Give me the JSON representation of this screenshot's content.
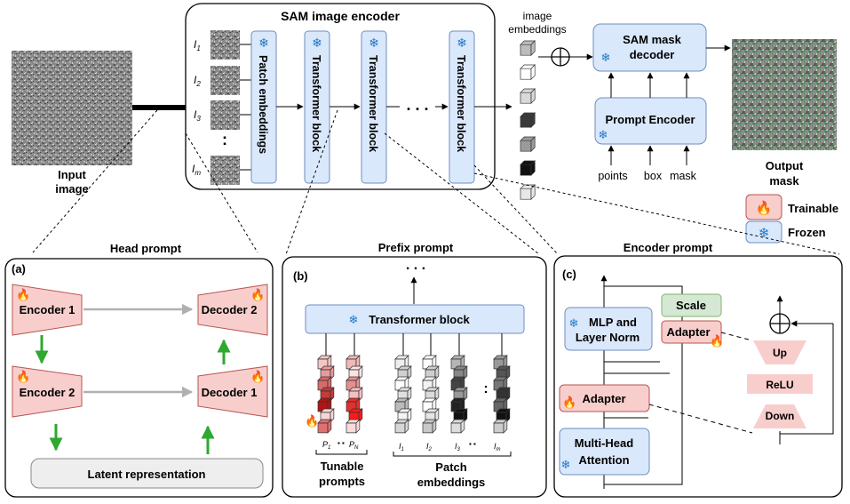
{
  "top": {
    "encoder_title": "SAM image encoder",
    "embeddings_label": [
      "image",
      "embeddings"
    ],
    "input_label": [
      "Input",
      "image"
    ],
    "output_label": [
      "Output",
      "mask"
    ],
    "patch_labels": [
      "I",
      "I",
      "I",
      "I"
    ],
    "patch_subs": [
      "1",
      "2",
      "3",
      "m"
    ],
    "vdots": ":",
    "hdots": ". . .",
    "patch_block": "Patch embeddings",
    "transformer_block": "Transformer block",
    "mask_decoder": [
      "SAM mask",
      "decoder"
    ],
    "prompt_encoder": "Prompt Encoder",
    "prompt_inputs": [
      "points",
      "box",
      "mask"
    ]
  },
  "legend": {
    "trainable": "Trainable",
    "frozen": "Frozen"
  },
  "panel_a": {
    "title": "Head prompt",
    "tag": "(a)",
    "encoder1": "Encoder 1",
    "encoder2": "Encoder 2",
    "decoder1": "Decoder 1",
    "decoder2": "Decoder 2",
    "latent": "Latent representation"
  },
  "panel_b": {
    "title": "Prefix prompt",
    "tag": "(b)",
    "dots": ". . .",
    "block": "Transformer block",
    "p_labels": [
      "P",
      "P"
    ],
    "p_subs": [
      "1",
      "N"
    ],
    "p_dots": "▪ ▪",
    "i_labels": [
      "I",
      "I",
      "I",
      "I"
    ],
    "i_subs": [
      "1",
      "2",
      "3",
      "m"
    ],
    "i_dots": "▪ ▪",
    "col_dots": ":",
    "tunable": [
      "Tunable",
      "prompts"
    ],
    "patch": [
      "Patch",
      "embeddings"
    ]
  },
  "panel_c": {
    "title": "Encoder prompt",
    "tag": "(c)",
    "mlp": [
      "MLP and",
      "Layer Norm"
    ],
    "scale": "Scale",
    "adapter_small": "Adapter",
    "adapter": "Adapter",
    "mha": [
      "Multi-Head",
      "Attention"
    ],
    "up": "Up",
    "relu": "ReLU",
    "down": "Down"
  },
  "colors": {
    "blue_fill": "#dae8fc",
    "blue_stroke": "#6c8ebf",
    "red_fill": "#f8cecc",
    "red_stroke": "#b85450",
    "green_fill": "#d5e8d4",
    "green_stroke": "#82b366",
    "gray_fill": "#eeeeee",
    "green_arrow": "#2ea82e",
    "gray_arrow": "#b0b0b0"
  },
  "icons": {
    "trainable": "fire-icon",
    "frozen": "snowflake-icon"
  }
}
